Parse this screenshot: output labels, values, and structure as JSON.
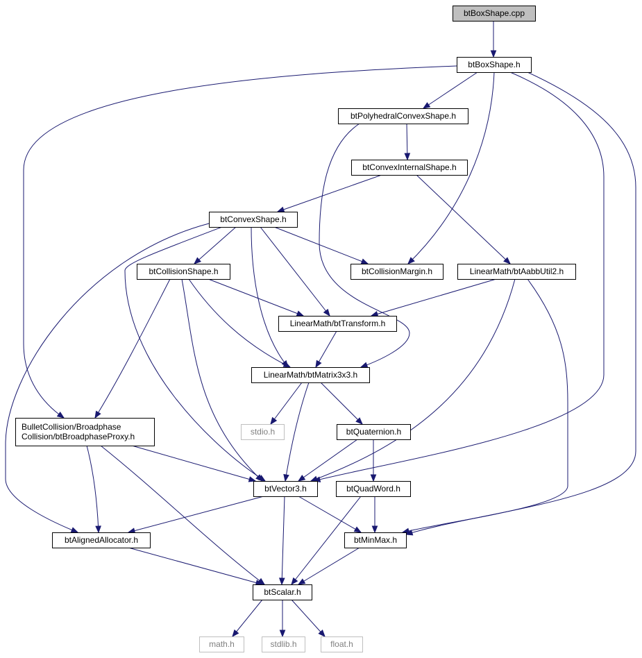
{
  "diagram": {
    "colors": {
      "edge": "#191970",
      "root_fill": "#bfbfbf",
      "missing_border": "#bfbfbf",
      "missing_text": "#7f7f7f"
    },
    "nodes": [
      {
        "id": "bt_box_shape_cpp",
        "lines": [
          "btBoxShape.cpp"
        ],
        "kind": "root"
      },
      {
        "id": "bt_box_shape_h",
        "lines": [
          "btBoxShape.h"
        ],
        "kind": "normal"
      },
      {
        "id": "bt_polyhedral_convex_shape_h",
        "lines": [
          "btPolyhedralConvexShape.h"
        ],
        "kind": "normal"
      },
      {
        "id": "bt_convex_internal_shape_h",
        "lines": [
          "btConvexInternalShape.h"
        ],
        "kind": "normal"
      },
      {
        "id": "bt_convex_shape_h",
        "lines": [
          "btConvexShape.h"
        ],
        "kind": "normal"
      },
      {
        "id": "bt_collision_shape_h",
        "lines": [
          "btCollisionShape.h"
        ],
        "kind": "normal"
      },
      {
        "id": "bt_collision_margin_h",
        "lines": [
          "btCollisionMargin.h"
        ],
        "kind": "normal"
      },
      {
        "id": "bt_aabb_util2_h",
        "lines": [
          "LinearMath/btAabbUtil2.h"
        ],
        "kind": "normal"
      },
      {
        "id": "bt_transform_h",
        "lines": [
          "LinearMath/btTransform.h"
        ],
        "kind": "normal"
      },
      {
        "id": "bt_matrix3x3_h",
        "lines": [
          "LinearMath/btMatrix3x3.h"
        ],
        "kind": "normal"
      },
      {
        "id": "bt_broadphase_proxy_h",
        "lines": [
          "BulletCollision/Broadphase",
          "Collision/btBroadphaseProxy.h"
        ],
        "kind": "normal"
      },
      {
        "id": "stdio_h",
        "lines": [
          "stdio.h"
        ],
        "kind": "missing"
      },
      {
        "id": "bt_quaternion_h",
        "lines": [
          "btQuaternion.h"
        ],
        "kind": "normal"
      },
      {
        "id": "bt_vector3_h",
        "lines": [
          "btVector3.h"
        ],
        "kind": "normal"
      },
      {
        "id": "bt_quad_word_h",
        "lines": [
          "btQuadWord.h"
        ],
        "kind": "normal"
      },
      {
        "id": "bt_aligned_allocator_h",
        "lines": [
          "btAlignedAllocator.h"
        ],
        "kind": "normal"
      },
      {
        "id": "bt_min_max_h",
        "lines": [
          "btMinMax.h"
        ],
        "kind": "normal"
      },
      {
        "id": "bt_scalar_h",
        "lines": [
          "btScalar.h"
        ],
        "kind": "normal"
      },
      {
        "id": "math_h",
        "lines": [
          "math.h"
        ],
        "kind": "missing"
      },
      {
        "id": "stdlib_h",
        "lines": [
          "stdlib.h"
        ],
        "kind": "missing"
      },
      {
        "id": "float_h",
        "lines": [
          "float.h"
        ],
        "kind": "missing"
      }
    ],
    "edges": [
      {
        "from": "bt_box_shape_cpp",
        "to": "bt_box_shape_h"
      },
      {
        "from": "bt_box_shape_h",
        "to": "bt_polyhedral_convex_shape_h"
      },
      {
        "from": "bt_box_shape_h",
        "to": "bt_collision_margin_h"
      },
      {
        "from": "bt_box_shape_h",
        "to": "bt_broadphase_proxy_h"
      },
      {
        "from": "bt_box_shape_h",
        "to": "bt_vector3_h"
      },
      {
        "from": "bt_box_shape_h",
        "to": "bt_min_max_h"
      },
      {
        "from": "bt_polyhedral_convex_shape_h",
        "to": "bt_convex_internal_shape_h"
      },
      {
        "from": "bt_polyhedral_convex_shape_h",
        "to": "bt_matrix3x3_h"
      },
      {
        "from": "bt_convex_internal_shape_h",
        "to": "bt_convex_shape_h"
      },
      {
        "from": "bt_convex_internal_shape_h",
        "to": "bt_aabb_util2_h"
      },
      {
        "from": "bt_convex_shape_h",
        "to": "bt_collision_shape_h"
      },
      {
        "from": "bt_convex_shape_h",
        "to": "bt_collision_margin_h"
      },
      {
        "from": "bt_convex_shape_h",
        "to": "bt_transform_h"
      },
      {
        "from": "bt_convex_shape_h",
        "to": "bt_matrix3x3_h"
      },
      {
        "from": "bt_convex_shape_h",
        "to": "bt_vector3_h"
      },
      {
        "from": "bt_convex_shape_h",
        "to": "bt_aligned_allocator_h"
      },
      {
        "from": "bt_collision_shape_h",
        "to": "bt_transform_h"
      },
      {
        "from": "bt_collision_shape_h",
        "to": "bt_matrix3x3_h"
      },
      {
        "from": "bt_collision_shape_h",
        "to": "bt_vector3_h"
      },
      {
        "from": "bt_collision_shape_h",
        "to": "bt_broadphase_proxy_h"
      },
      {
        "from": "bt_aabb_util2_h",
        "to": "bt_transform_h"
      },
      {
        "from": "bt_aabb_util2_h",
        "to": "bt_vector3_h"
      },
      {
        "from": "bt_aabb_util2_h",
        "to": "bt_min_max_h"
      },
      {
        "from": "bt_transform_h",
        "to": "bt_matrix3x3_h"
      },
      {
        "from": "bt_matrix3x3_h",
        "to": "stdio_h"
      },
      {
        "from": "bt_matrix3x3_h",
        "to": "bt_quaternion_h"
      },
      {
        "from": "bt_matrix3x3_h",
        "to": "bt_vector3_h"
      },
      {
        "from": "bt_broadphase_proxy_h",
        "to": "bt_vector3_h"
      },
      {
        "from": "bt_broadphase_proxy_h",
        "to": "bt_aligned_allocator_h"
      },
      {
        "from": "bt_broadphase_proxy_h",
        "to": "bt_scalar_h"
      },
      {
        "from": "bt_quaternion_h",
        "to": "bt_vector3_h"
      },
      {
        "from": "bt_quaternion_h",
        "to": "bt_quad_word_h"
      },
      {
        "from": "bt_vector3_h",
        "to": "bt_aligned_allocator_h"
      },
      {
        "from": "bt_vector3_h",
        "to": "bt_min_max_h"
      },
      {
        "from": "bt_vector3_h",
        "to": "bt_scalar_h"
      },
      {
        "from": "bt_quad_word_h",
        "to": "bt_min_max_h"
      },
      {
        "from": "bt_quad_word_h",
        "to": "bt_scalar_h"
      },
      {
        "from": "bt_aligned_allocator_h",
        "to": "bt_scalar_h"
      },
      {
        "from": "bt_min_max_h",
        "to": "bt_scalar_h"
      },
      {
        "from": "bt_scalar_h",
        "to": "math_h"
      },
      {
        "from": "bt_scalar_h",
        "to": "stdlib_h"
      },
      {
        "from": "bt_scalar_h",
        "to": "float_h"
      }
    ]
  }
}
